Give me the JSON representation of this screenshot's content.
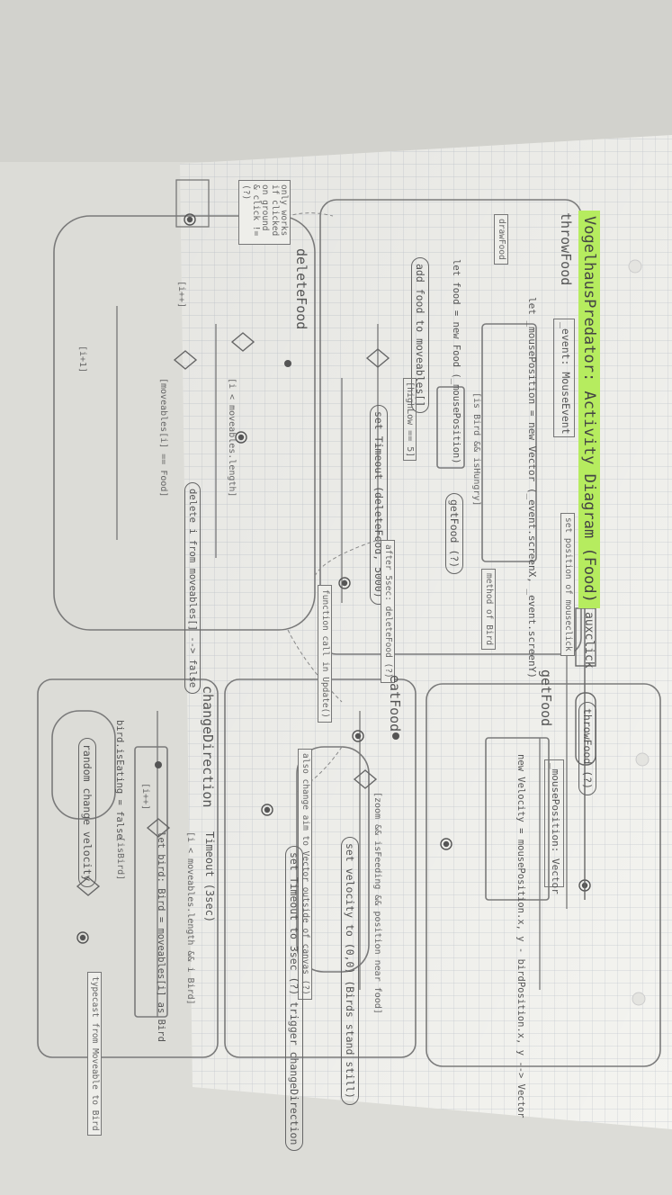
{
  "diagram": {
    "title": "VogelhausPredator: Activity Diagram (Food)",
    "top_flow": {
      "event": "auxclick",
      "action": "throwFood (?)"
    },
    "throwFood": {
      "name": "throwFood",
      "param": "_event: MouseEvent",
      "note_set_position": "set position of mouseclick",
      "action_pos": "let _mousePosition = new Vector (_event.screenX, _event.screenY)",
      "note_draw": "drawFood",
      "guard_bird": "[is Bird && isHungry]",
      "action_get_food": "getFood (?)",
      "note_method": "method of Bird",
      "action_new_food": "let food = new Food (_mousePosition)",
      "action_add": "add food to moveables[]",
      "guard_hightlow": "[highLow == 5]",
      "action_timeout": "set Timeout (deleteFood, 5000)",
      "note_after": "after 5sec: deleteFood (?)",
      "note_function": "function call in Update()"
    },
    "deleteFood": {
      "name": "deleteFood",
      "note_only": "only works if clicked on ground & click != (?)",
      "guard_loop": "[i < moveables.length]",
      "guard_is": "[moveables[i] == Food]",
      "action_delete": "delete i from moveables[] --> false",
      "guard_inc": "[i++]",
      "guard_inc2": "[i+1]"
    },
    "getFood": {
      "name": "getFood",
      "param": "_mousePosition: Vector",
      "action": "new Velocity = mousePosition.x, y - birdPosition.x, y --> Vector"
    },
    "eatFood": {
      "name": "eatFood",
      "guard": "[zoom && isFeeding && position near food]",
      "action_velocity": "set velocity to (0,0) (Birds stand still)",
      "note_change": "also change aim to Vector outside of canvas (?)",
      "action_timeout": "set Timeout to 3sec (?) trigger changeDirection"
    },
    "changeDirection": {
      "name": "changeDirection",
      "timeout": "Timeout (3sec)",
      "guard_loop": "[i < moveables.length && i Bird]",
      "action_let": "let bird: Bird = moveables[i] as Bird",
      "guard_bird": "[isBird]",
      "action_is_eating": "bird.isEating = false",
      "action_random": "random change velocity",
      "note_typecast": "typecast from Moveable to Bird",
      "guard_inc": "[i++]"
    }
  }
}
